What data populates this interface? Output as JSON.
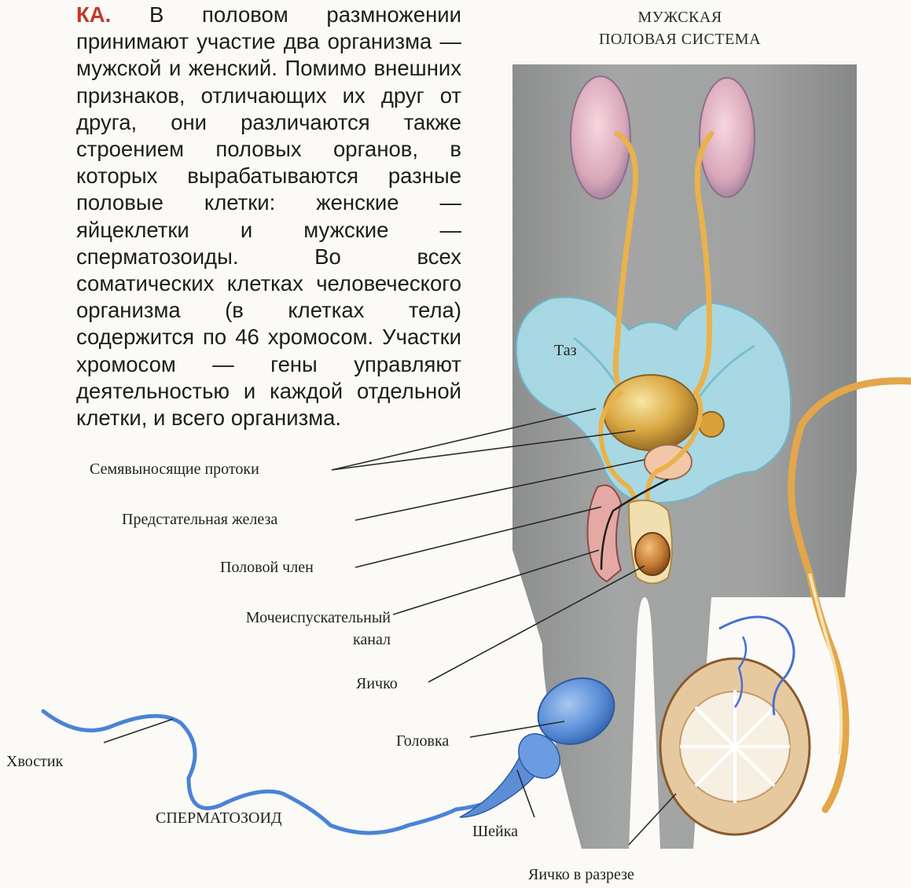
{
  "paragraph": {
    "lead": "КА.",
    "text": " В половом размножении принимают участие два организма — мужской и женский. Помимо внешних признаков, отличающих их друг от друга, они различаются также строением половых органов, в которых вырабатываются разные половые клетки: женские — яйцеклетки и мужские — сперматозоиды. Во всех соматических клетках человеческого организма (в клетках тела) содержится по 46 хромосом. Участки хромосом — гены управляют деятельностью и каждой отдельной клетки, и всего организма."
  },
  "diagram": {
    "title_line1": "МУЖСКАЯ",
    "title_line2": "ПОЛОВАЯ СИСТЕМА",
    "labels": {
      "pelvis": "Таз",
      "vas_deferens": "Семявыносящие протоки",
      "prostate": "Предстательная железа",
      "penis": "Половой член",
      "urethra_line1": "Мочеиспускательный",
      "urethra_line2": "канал",
      "testis": "Яичко",
      "head": "Головка",
      "tail": "Хвостик",
      "sperm_title": "СПЕРМАТОЗОИД",
      "neck": "Шейка",
      "testis_section": "Яичко в разрезе"
    }
  }
}
